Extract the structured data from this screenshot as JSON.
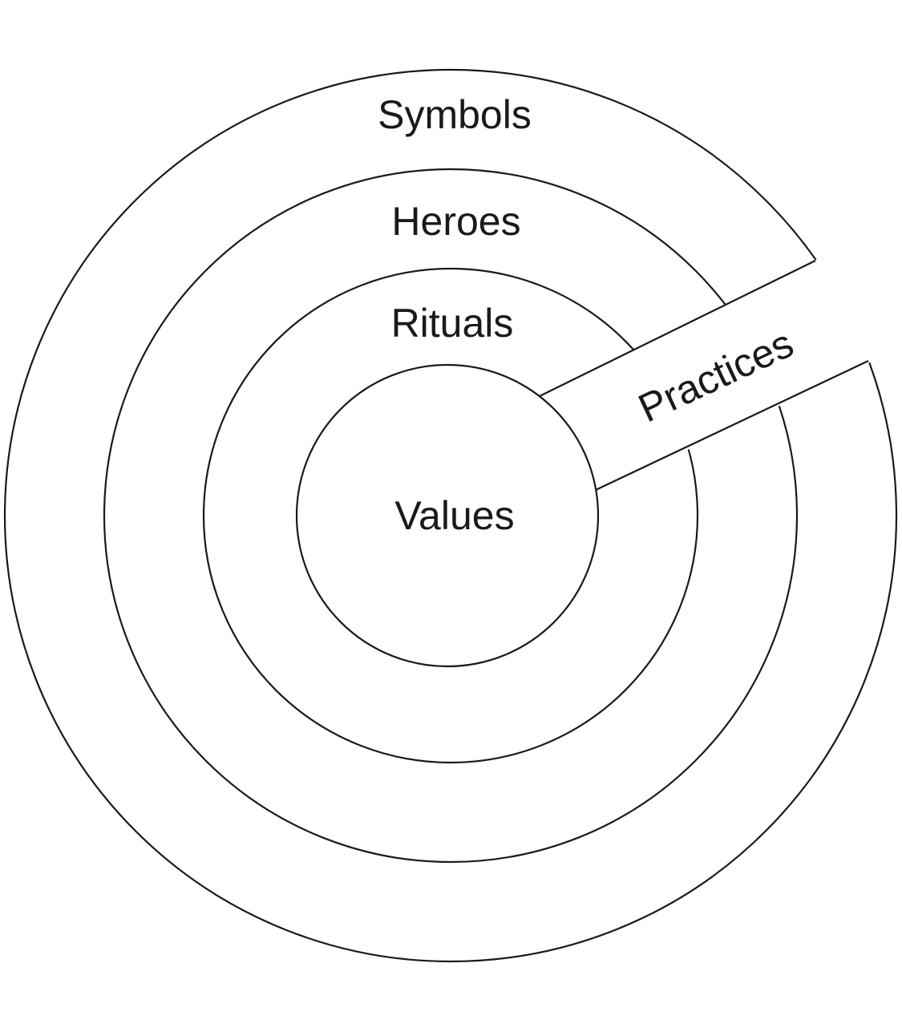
{
  "layers": [
    {
      "label": "Symbols"
    },
    {
      "label": "Heroes"
    },
    {
      "label": "Rituals"
    },
    {
      "label": "Values"
    }
  ],
  "band": {
    "label": "Practices"
  },
  "colors": {
    "line": "#1a1a1a",
    "background": "#ffffff"
  }
}
